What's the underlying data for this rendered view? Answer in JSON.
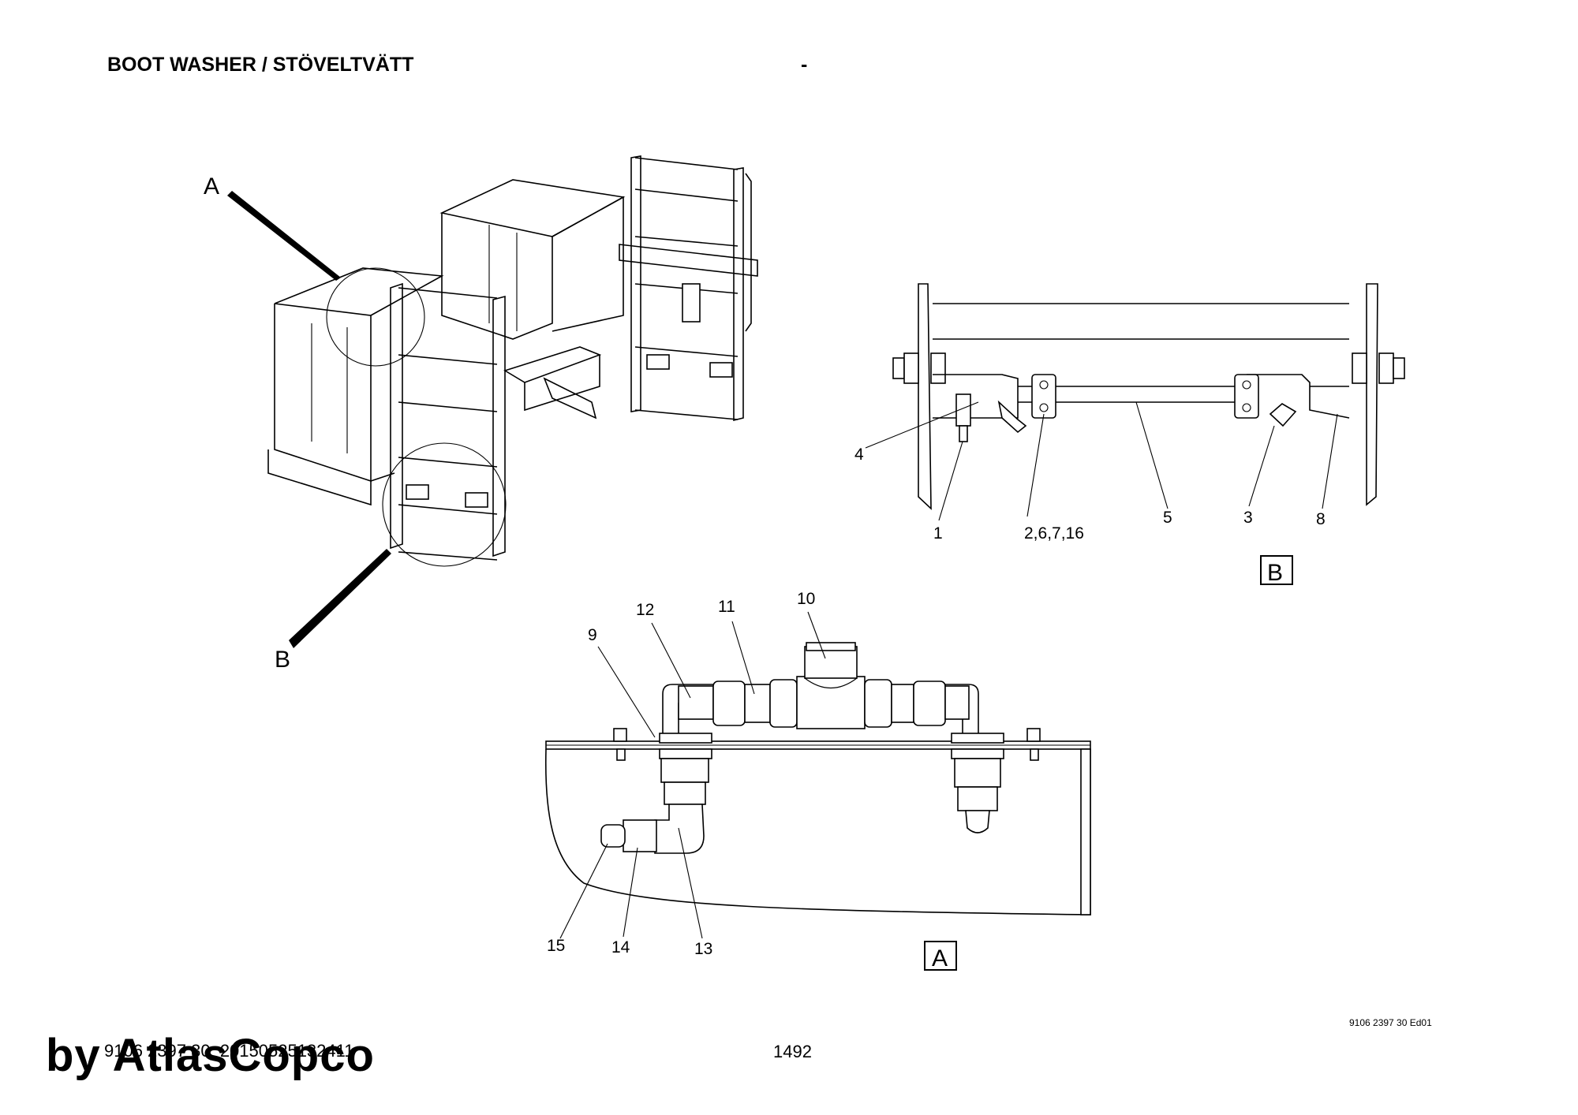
{
  "header": {
    "title": "BOOT WASHER / STÖVELTVÄTT",
    "dash": "-"
  },
  "overview": {
    "callout_a": "A",
    "callout_b": "B"
  },
  "detail_b": {
    "frame_label": "B",
    "labels": {
      "l4": "4",
      "l1": "1",
      "l2": "2,6,7,16",
      "l5": "5",
      "l3": "3",
      "l8": "8"
    }
  },
  "detail_a": {
    "frame_label": "A",
    "labels": {
      "l9": "9",
      "l12": "12",
      "l11": "11",
      "l10": "10",
      "l13": "13",
      "l14": "14",
      "l15": "15"
    }
  },
  "footer": {
    "doc_code": "9106 2397 30 Ed01",
    "doc_id": "9106 2397 30_20150525132411",
    "page_number": "1492",
    "watermark": "by AtlasCopco"
  }
}
